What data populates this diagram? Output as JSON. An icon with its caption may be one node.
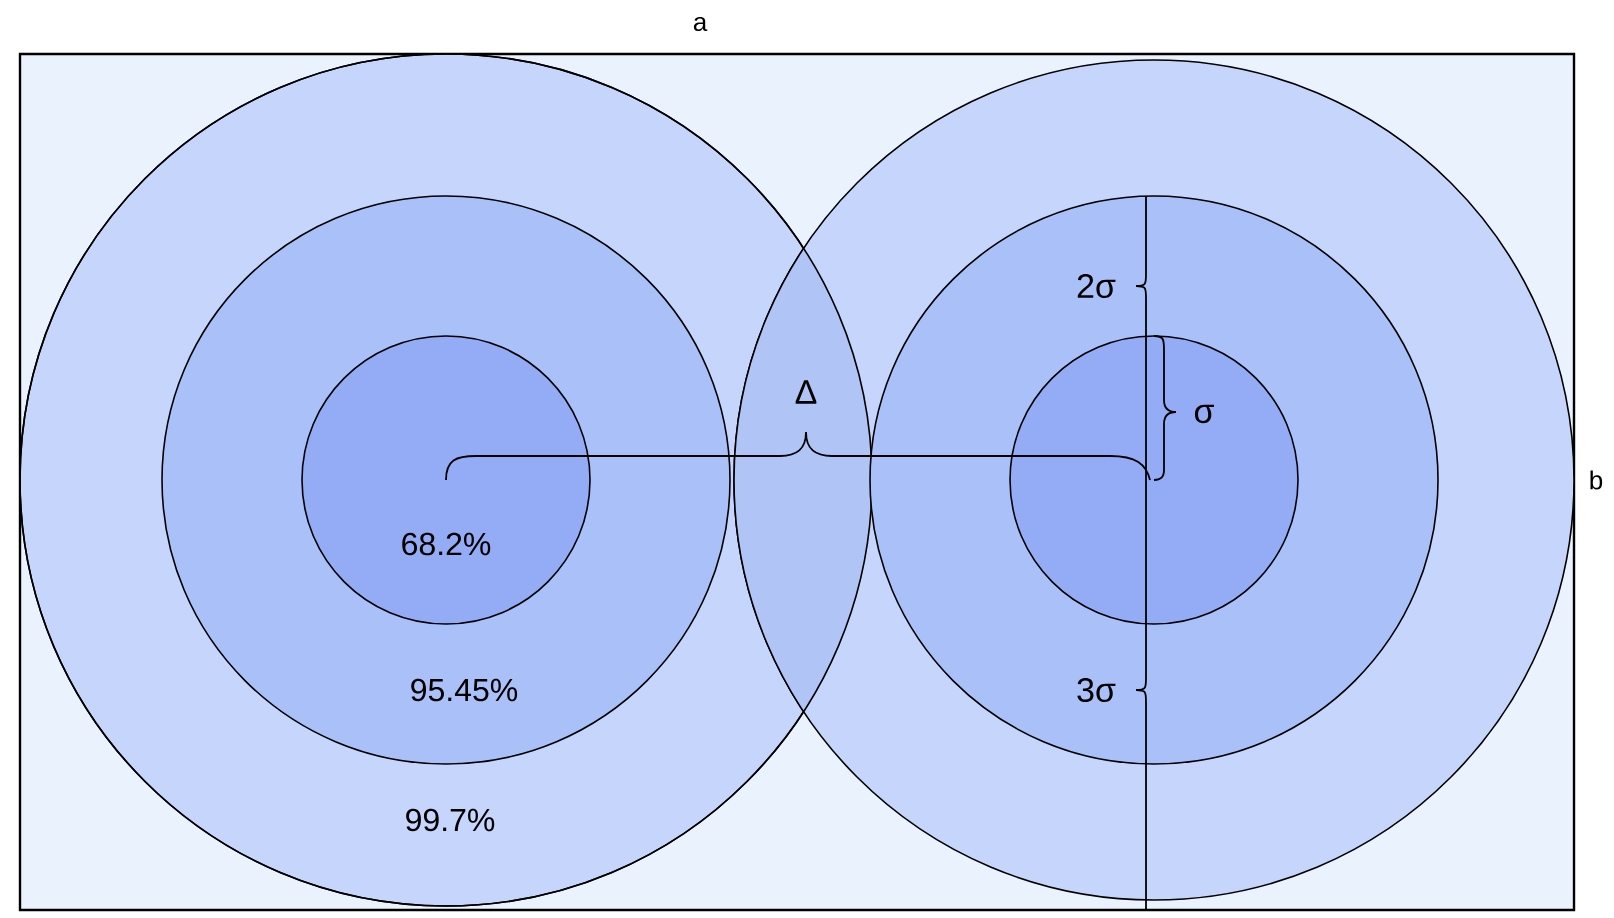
{
  "diagram": {
    "nodes": [
      {
        "text": [
          "99.7%"
        ]
      },
      {
        "text": [
          "95.45%"
        ],
        "in": 0
      },
      {
        "text": [
          "68.2%"
        ],
        "in": 1
      },
      {
        "text": [],
        "shape": "circle"
      },
      {
        "text": [],
        "shape": "circle",
        "in": 3
      },
      {
        "text": [],
        "shape": "circle",
        "in": 4
      }
    ],
    "labels": [
      "a",
      "b",
      "Δ",
      "2σ",
      "σ",
      "3σ"
    ]
  }
}
